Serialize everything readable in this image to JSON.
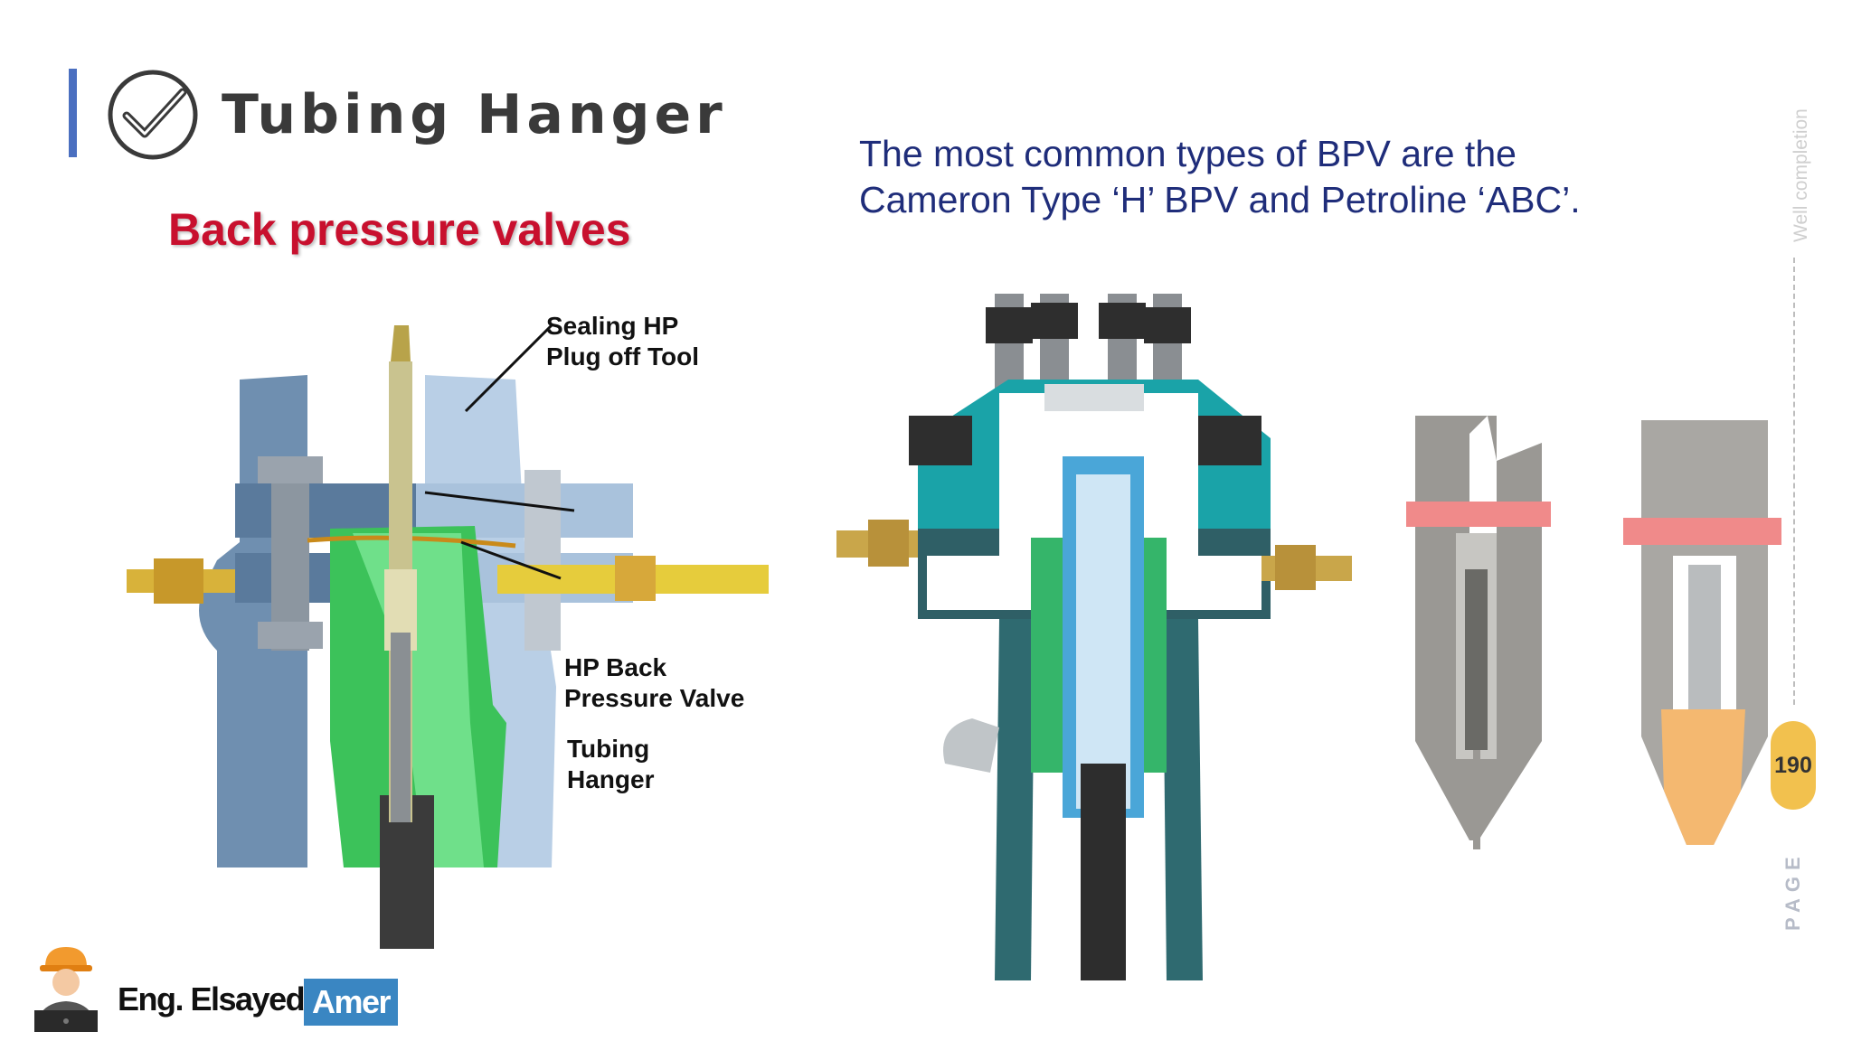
{
  "header": {
    "title": "Tubing Hanger"
  },
  "subtitle": "Back pressure valves",
  "description": {
    "line1": "The most common types of BPV are the",
    "line2": "Cameron Type ‘H’ BPV and Petroline ‘ABC’."
  },
  "callouts": {
    "plug_tool": [
      "Sealing HP",
      "Plug off Tool"
    ],
    "bpv": [
      "HP Back",
      "Pressure Valve"
    ],
    "hanger": [
      "Tubing",
      "Hanger"
    ]
  },
  "sidebar": {
    "section": "Well completion",
    "page_number": "190",
    "page_label": "PAGE"
  },
  "footer": {
    "author_name": "Eng. Elsayed",
    "author_highlight": "Amer"
  },
  "icons": [
    "checkmark-circle-icon",
    "engineer-avatar-icon"
  ],
  "colors": {
    "accent": "#4a6fc0",
    "subtitle": "#c8102e",
    "description": "#1f2d7a",
    "badge": "#f2c14e",
    "author_highlight": "#3a86c2"
  }
}
